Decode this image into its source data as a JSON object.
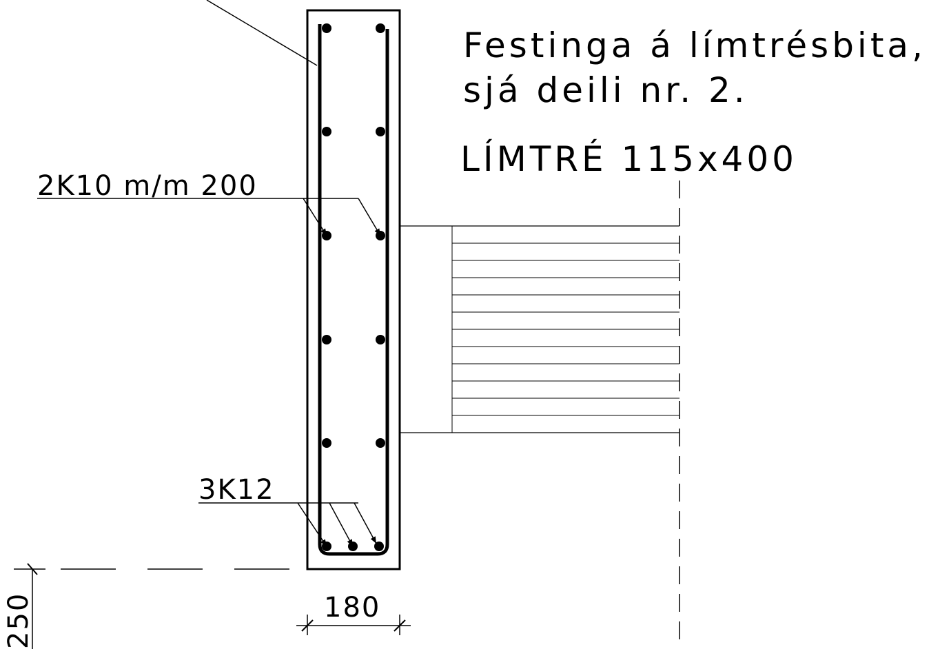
{
  "note": {
    "line1": "Festinga á límtrésbita,",
    "line2": "sjá deili nr. 2."
  },
  "beam_label": "LÍMTRÉ 115x400",
  "rebar": {
    "stirrup_label": "2K10 m/m 200",
    "bottom_label": "3K12"
  },
  "dimensions": {
    "width": "180",
    "left": "250"
  }
}
